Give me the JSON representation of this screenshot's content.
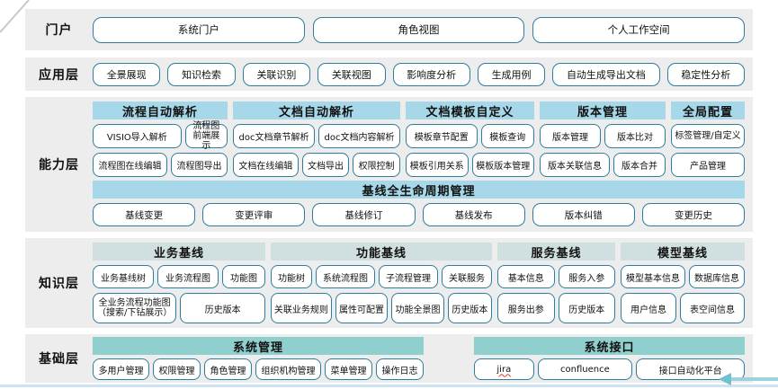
{
  "colors": {
    "band_bg": "#EDEDED",
    "capability_header_bg": "#A6D8E9",
    "knowledge_header_bg": "#D0DFDF",
    "foundation_header_bg": "#8FD0CE",
    "button_border": "#2E7D9C",
    "bottom_line": "#CDE2F2",
    "arrow": "#6FC2CD"
  },
  "portal": {
    "label": "门户",
    "buttons": [
      "系统门户",
      "角色视图",
      "个人工作空间"
    ]
  },
  "application": {
    "label": "应用层",
    "buttons": [
      "全景展现",
      "知识检索",
      "关联识别",
      "关联视图",
      "影响度分析",
      "生成用例",
      "自动生成导出文档",
      "稳定性分析"
    ]
  },
  "capability": {
    "label": "能力层",
    "groups": [
      {
        "title": "流程自动解析",
        "row1": [
          "VISIO导入解析",
          {
            "label": "流程图前端展示",
            "wrap": true
          }
        ],
        "row2": [
          "流程图在线编辑",
          "流程图导出"
        ]
      },
      {
        "title": "文档自动解析",
        "row1": [
          "doc文档章节解析",
          "doc文档内容解析"
        ],
        "row2": [
          "文档在线编辑",
          "文档导出",
          "权限控制"
        ]
      },
      {
        "title": "文档模板自定义",
        "row1": [
          "模板章节配置",
          "模板查询"
        ],
        "row2": [
          "模板引用关系",
          "模板版本管理"
        ]
      },
      {
        "title": "版本管理",
        "row1": [
          "版本管理",
          "版本比对"
        ],
        "row2": [
          "版本关联信息",
          "版本合并"
        ]
      },
      {
        "title": "全局配置",
        "row1": [
          {
            "label": "标签管理/自定义",
            "wrap": true
          }
        ],
        "row2": [
          "产品管理"
        ]
      }
    ],
    "baseline": {
      "title": "基线全生命周期管理",
      "buttons": [
        "基线变更",
        "变更评审",
        "基线修订",
        "基线发布",
        "版本纠错",
        "变更历史"
      ]
    }
  },
  "knowledge": {
    "label": "知识层",
    "groups": [
      {
        "title": "业务基线",
        "row1": [
          "业务基线树",
          "业务流程图",
          "功能图"
        ],
        "row2": [
          {
            "label": "全业务流程功能图（搜索/下钻展示）",
            "wrap": true
          },
          "历史版本"
        ]
      },
      {
        "title": "功能基线",
        "row1": [
          "功能树",
          "系统流程图",
          "子流程管理",
          "关联服务"
        ],
        "row2": [
          "关联业务规则",
          "属性可配置",
          "功能全景图",
          "历史版本"
        ]
      },
      {
        "title": "服务基线",
        "row1": [
          "基本信息",
          "服务入参"
        ],
        "row2": [
          "服务出参",
          "历史版本"
        ]
      },
      {
        "title": "模型基线",
        "row1": [
          "模型基本信息",
          "数据库信息"
        ],
        "row2": [
          "用户信息",
          "表空间信息"
        ]
      }
    ]
  },
  "foundation": {
    "label": "基础层",
    "groups": [
      {
        "title": "系统管理",
        "buttons": [
          "多用户管理",
          "权限管理",
          "角色管理",
          "组织机构管理",
          "菜单管理",
          "操作日志"
        ]
      },
      {
        "title": "系统接口",
        "buttons": [
          {
            "label": "jira",
            "wavy": true
          },
          "confluence",
          "接口自动化平台"
        ]
      }
    ]
  }
}
